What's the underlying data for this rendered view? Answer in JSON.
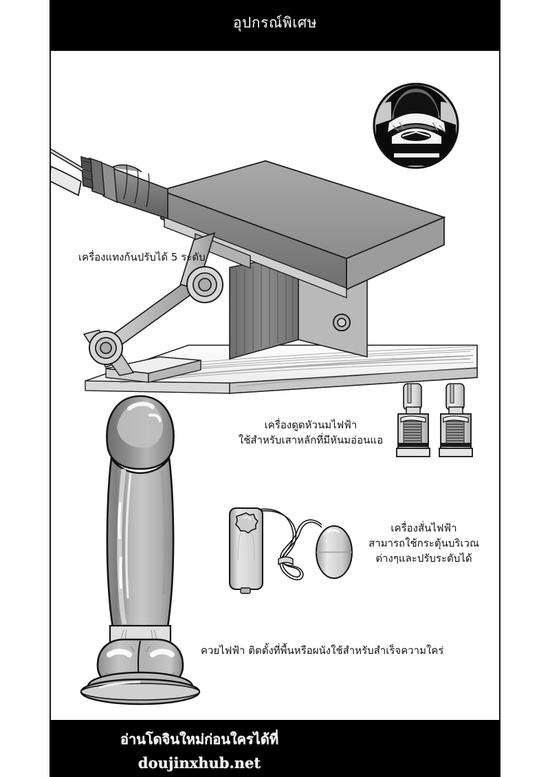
{
  "header": {
    "title": "อุปกรณ์พิเศษ"
  },
  "footer": {
    "line1": "อ่านโดจินใหม่ก่อนใครได้ที่",
    "line2": "doujinxhub.net"
  },
  "captions": {
    "machine": "เครื่องแทงก้นปรับได้ 5 ระดับ",
    "pump_line1": "เครื่องดูดหัวนมไฟฟ้า",
    "pump_line2": "ใช้สำหรับเสาหลักที่มีหันมอ่อนแอ",
    "vibe_line1": "เครื่องสั่นไฟฟ้า",
    "vibe_line2": "สามารถใช้กระตุ้นบริเวณ",
    "vibe_line3": "ต่างๆและปรับระดับได้",
    "dildo": "ควยไฟฟ้า ติดตั้งที่พื้นหรือผนังใช้สำหรับสำเร็จความใคร่"
  },
  "illustrations": {
    "thrusting_machine": "thrusting-machine-on-wooden-base",
    "inset_detail": "circular-inset-closeup",
    "nipple_pumps": "pair-of-suction-pump-cylinders",
    "egg_vibrator": "remote-control-with-corded-egg",
    "floor_dildo": "large-suction-mounted-dildo"
  },
  "colors": {
    "ink": "#111111",
    "paper": "#ffffff",
    "bar": "#000000",
    "mid_gray": "#8a8a8a",
    "light_gray": "#c9c9c9",
    "pale_gray": "#e2e2e2",
    "dark_gray": "#5f5f5f"
  }
}
